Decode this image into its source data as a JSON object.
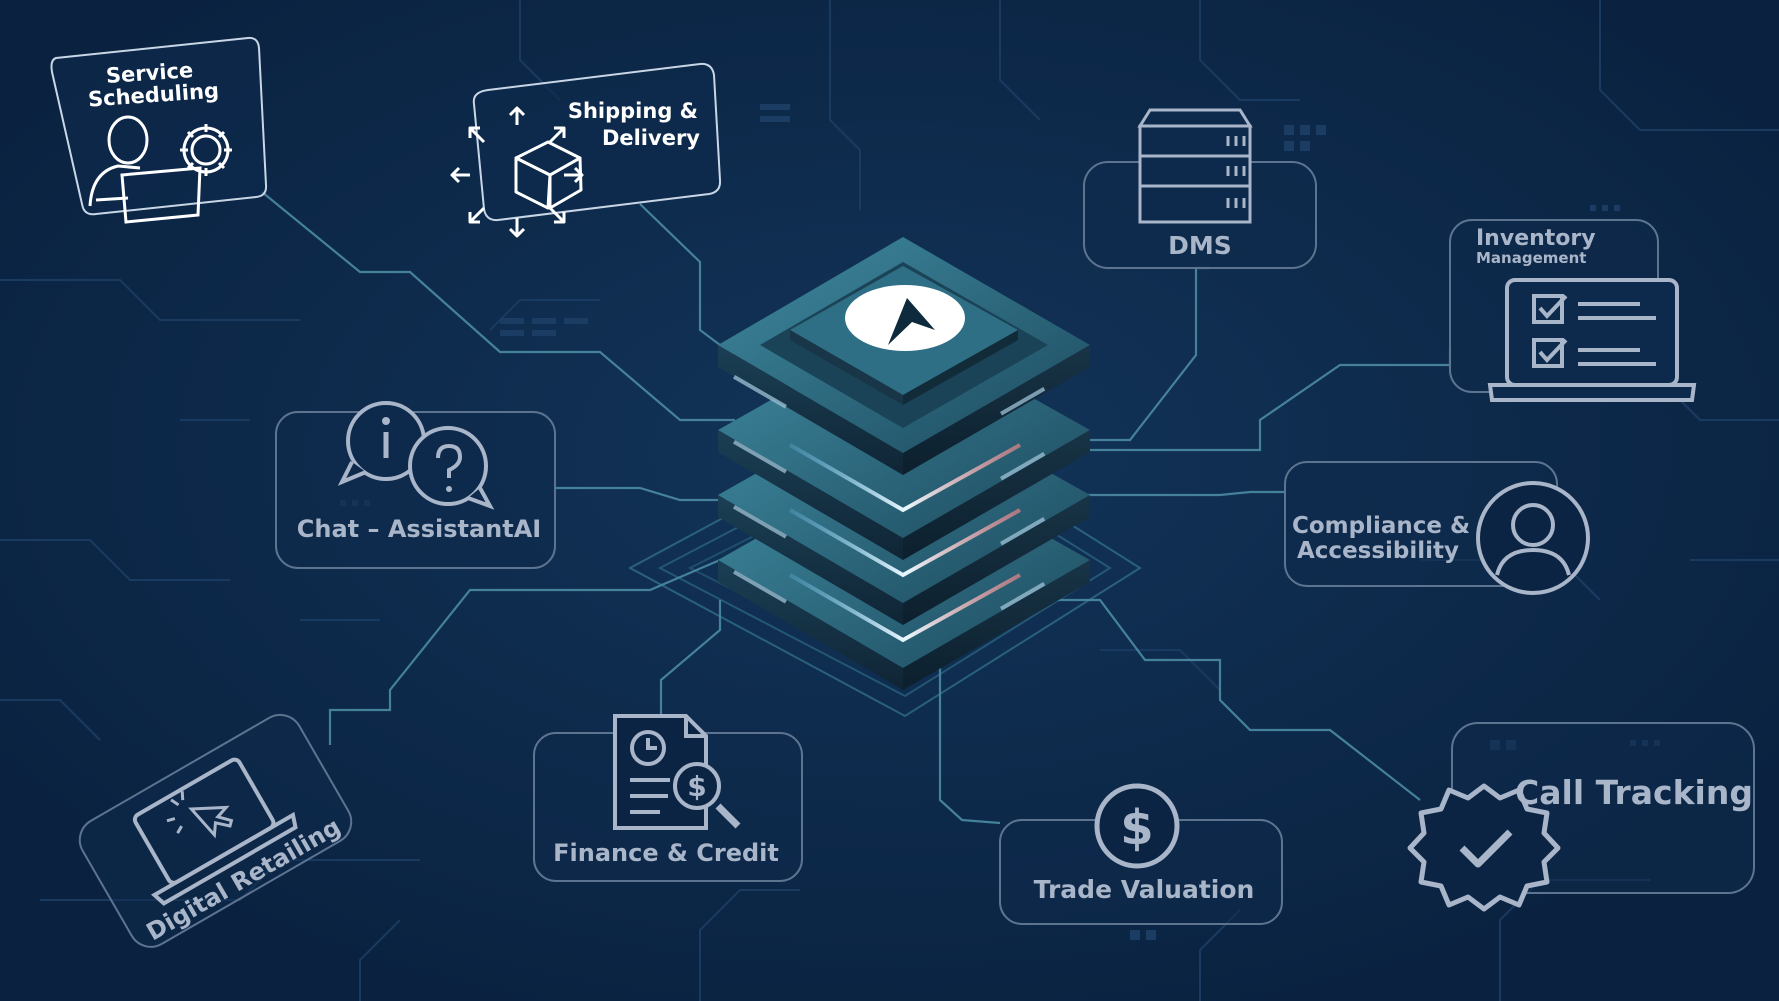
{
  "nodes": {
    "service_scheduling": {
      "line1": "Service",
      "line2": "Scheduling"
    },
    "shipping_delivery": {
      "line1": "Shipping &",
      "line2": "Delivery"
    },
    "dms": {
      "label": "DMS"
    },
    "inventory_management": {
      "title": "Inventory",
      "subtitle": "Management"
    },
    "chat_assistant": {
      "label": "Chat – AssistantAI"
    },
    "compliance_accessibility": {
      "line1": "Compliance &",
      "line2": "Accessibility"
    },
    "digital_retailing": {
      "label": "Digital Retailing"
    },
    "finance_credit": {
      "label": "Finance & Credit"
    },
    "trade_valuation": {
      "label": "Trade Valuation"
    },
    "call_tracking": {
      "label": "Call Tracking"
    }
  },
  "colors": {
    "background": "#0b2444",
    "circuit": "#1c3d63",
    "connector": "#4f90a8",
    "box_stroke_dim": "#5d7491",
    "box_stroke_bright": "#c9d6e6",
    "icon_dim": "#a9b5c8",
    "server_top": "#2b6378",
    "server_glow": "#cfeeff"
  },
  "icons": {
    "service_scheduling": "person-laptop-gear-icon",
    "shipping_delivery": "box-arrows-icon",
    "dms": "server-rack-icon",
    "inventory_management": "laptop-checklist-icon",
    "chat_assistant": "chat-bubbles-icon",
    "compliance_accessibility": "user-circle-icon",
    "digital_retailing": "laptop-cursor-icon",
    "finance_credit": "document-dollar-magnifier-icon",
    "trade_valuation": "dollar-circle-icon",
    "call_tracking": "badge-check-icon",
    "hub": "server-stack-logo-icon"
  }
}
